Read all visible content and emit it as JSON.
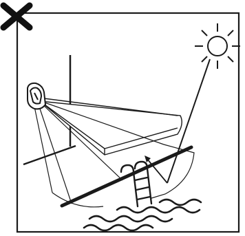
{
  "figure": {
    "caption": "",
    "marker_icon": "x-cross-icon",
    "colors": {
      "ink": "#1a1a1a",
      "surface": "#ffffff"
    },
    "elements": [
      {
        "name": "frame",
        "icon": "square-frame"
      },
      {
        "name": "sun-icon",
        "icon": "sun-icon"
      },
      {
        "name": "motion-sensor-icon",
        "icon": "motion-sensor-icon"
      },
      {
        "name": "ladder-icon",
        "icon": "pool-ladder-icon"
      },
      {
        "name": "water-waves",
        "icon": "waves-icon"
      }
    ]
  }
}
